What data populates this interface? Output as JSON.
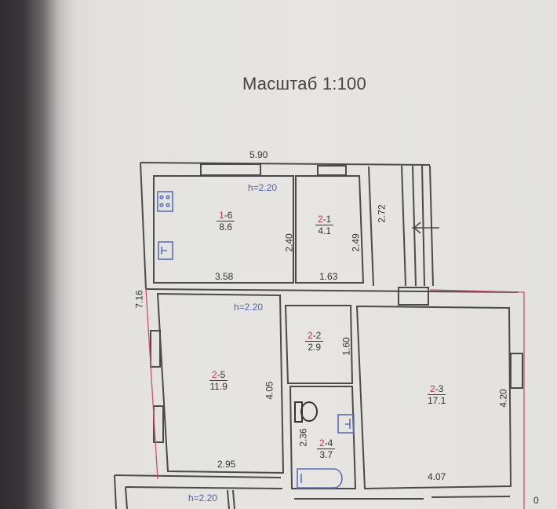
{
  "header": {
    "title": "Масштаб 1:100"
  },
  "colors": {
    "wall": "#4a4a4a",
    "outline": "#d0506a",
    "fixture": "#5a70b8",
    "room_prefix": "#c8344e",
    "text": "#333333"
  },
  "overall_dimensions": {
    "width_top": "5.90",
    "height_left": "7.16",
    "right_edge_partial": "0"
  },
  "rooms": [
    {
      "id": "1-6",
      "floor": "1",
      "num": "-6",
      "area": "8.6",
      "height": "h=2.20",
      "width": "3.58",
      "depth": "2.40",
      "fixtures": [
        "stove-icon",
        "sink-icon"
      ]
    },
    {
      "id": "2-1",
      "floor": "2",
      "num": "-1",
      "area": "4.1",
      "width": "1.63",
      "depth": "2.49"
    },
    {
      "id": "porch",
      "depth": "2.72",
      "fixtures": [
        "stairs-arrow-icon"
      ]
    },
    {
      "id": "2-5",
      "floor": "2",
      "num": "-5",
      "area": "11.9",
      "height": "h=2.20",
      "width": "2.95",
      "depth": "4.05"
    },
    {
      "id": "2-2",
      "floor": "2",
      "num": "-2",
      "area": "2.9",
      "depth": "1.60"
    },
    {
      "id": "2-4",
      "floor": "2",
      "num": "-4",
      "area": "3.7",
      "depth": "2.36",
      "fixtures": [
        "toilet-icon",
        "sink-icon",
        "bathtub-icon"
      ]
    },
    {
      "id": "2-3",
      "floor": "2",
      "num": "-3",
      "area": "17.1",
      "width": "4.07",
      "depth": "4.20"
    },
    {
      "id": "bottom-room",
      "height": "h=2.20"
    }
  ]
}
